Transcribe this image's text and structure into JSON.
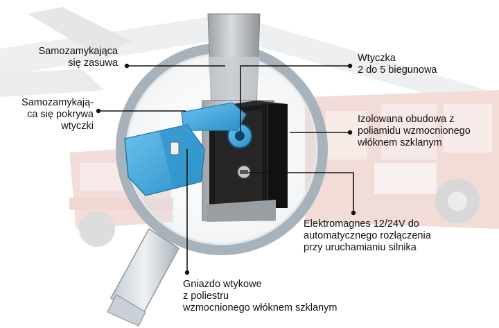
{
  "callouts": {
    "sliding_shutter": [
      "Samozamykająca",
      "się zasuwa"
    ],
    "plug_cover": [
      "Samozamykają-",
      "ca się pokrywa",
      "wtyczki"
    ],
    "plug": [
      "Wtyczka",
      "2 do 5 biegunowa"
    ],
    "housing": [
      "Izolowana obudowa z",
      "poliamidu wzmocnionego",
      "włóknem szklanym"
    ],
    "electromagnet": [
      "Elektromagnes 12/24V do",
      "automatycznego rozłączenia",
      "przy uruchamianiu silnika"
    ],
    "socket": [
      "Gniazdo wtykowe",
      "z poliestru",
      "wzmocnionego włóknem szklanym"
    ]
  },
  "colors": {
    "leader_line": "#111111",
    "magnifier_ring": "#9aa6ae",
    "plug_blue": "#3fa9e0",
    "housing_dark": "#1c1c1c",
    "steel": "#b8bcc0",
    "truck_red": "#d8a8a0"
  }
}
